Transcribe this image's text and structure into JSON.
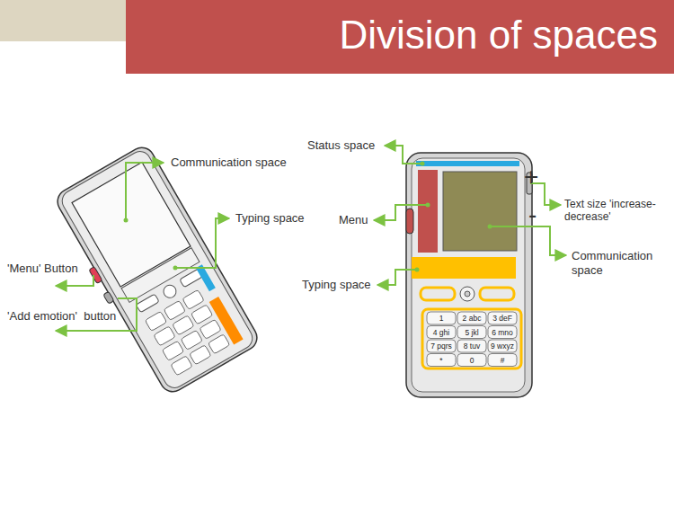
{
  "diagram": {
    "title": "Division of spaces",
    "labels": [
      "Communication space",
      "Typing space",
      "'Menu' Button",
      "'Add emotion'  button",
      "Status space",
      "Menu",
      "Text size 'increase-decrease'",
      "Communication space",
      "Typing space",
      "+",
      "-",
      "1",
      "2 abc",
      "3 deF",
      "4 ghi",
      "5 jkl",
      "6 mno",
      "7 pqrs",
      "8 tuv",
      "9 wxyz",
      "*",
      "0",
      "#"
    ]
  }
}
